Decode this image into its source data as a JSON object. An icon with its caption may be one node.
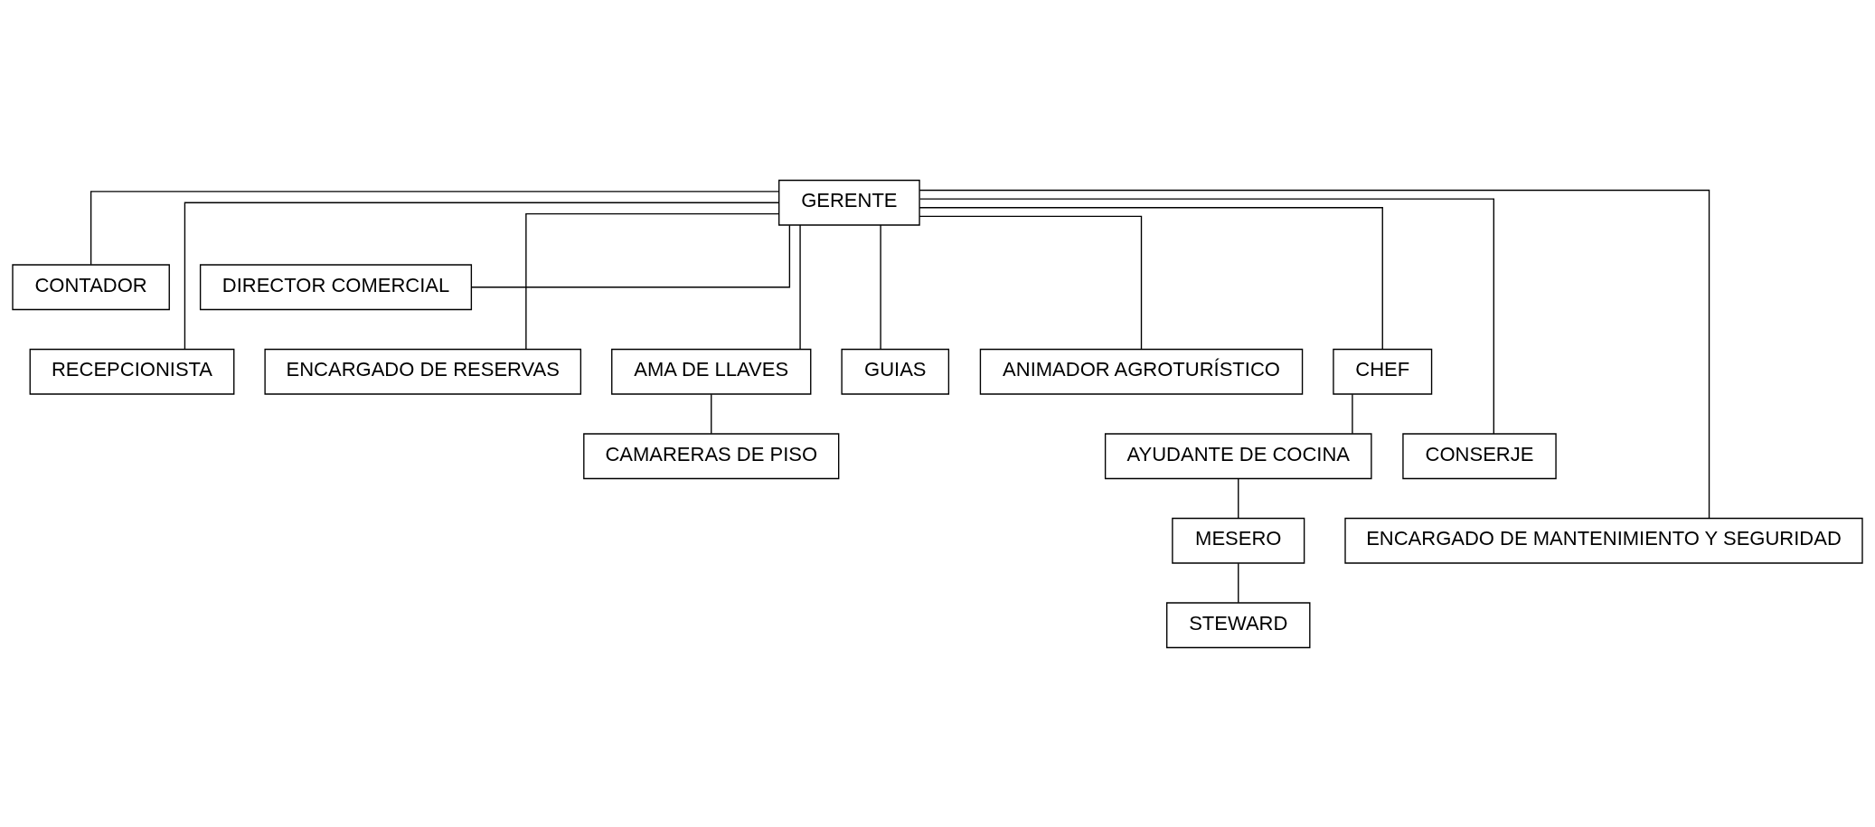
{
  "diagram": {
    "nodes": [
      {
        "text": [
          "GERENTE"
        ]
      },
      {
        "text": [
          "CONTADOR"
        ]
      },
      {
        "text": [
          "DIRECTOR COMERCIAL"
        ]
      },
      {
        "text": [
          "RECEPCIONISTA"
        ]
      },
      {
        "text": [
          "ENCARGADO DE RESERVAS"
        ]
      },
      {
        "text": [
          "AMA DE LLAVES"
        ]
      },
      {
        "text": [
          "GUIAS"
        ]
      },
      {
        "text": [
          "ANIMADOR AGROTURÍSTICO"
        ]
      },
      {
        "text": [
          "CHEF"
        ]
      },
      {
        "text": [
          "CAMARERAS DE PISO"
        ]
      },
      {
        "text": [
          "AYUDANTE DE COCINA"
        ]
      },
      {
        "text": [
          "CONSERJE"
        ]
      },
      {
        "text": [
          "MESERO"
        ]
      },
      {
        "text": [
          "ENCARGADO DE MANTENIMIENTO Y SEGURIDAD"
        ]
      },
      {
        "text": [
          "STEWARD"
        ]
      }
    ],
    "edges": [
      {
        "from": 0,
        "to": 1,
        "arrow": "none"
      },
      {
        "from": 0,
        "to": 2,
        "arrow": "none"
      },
      {
        "from": 0,
        "to": 3,
        "arrow": "none"
      },
      {
        "from": 0,
        "to": 4,
        "arrow": "none"
      },
      {
        "from": 0,
        "to": 13,
        "arrow": "none"
      },
      {
        "from": 0,
        "to": 5,
        "arrow": "none"
      },
      {
        "from": 0,
        "to": 6,
        "arrow": "none"
      },
      {
        "from": 0,
        "to": 7,
        "arrow": "none"
      },
      {
        "from": 0,
        "to": 11,
        "arrow": "none"
      },
      {
        "from": 0,
        "to": 8,
        "arrow": "none"
      },
      {
        "from": 5,
        "to": 9,
        "arrow": "none"
      },
      {
        "from": 8,
        "to": 10,
        "arrow": "none"
      },
      {
        "from": 10,
        "to": 12,
        "arrow": "none"
      },
      {
        "from": 12,
        "to": 14,
        "arrow": "none"
      }
    ]
  }
}
